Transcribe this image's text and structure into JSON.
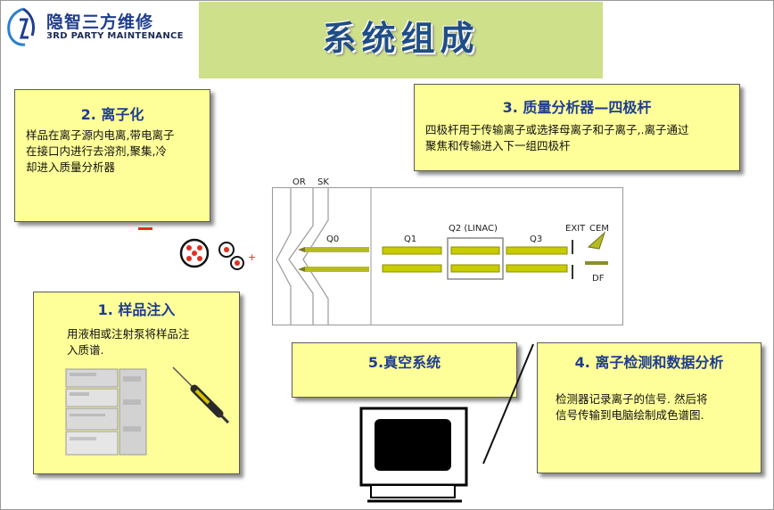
{
  "logo": {
    "name": "隐智三方维修",
    "subtitle": "3RD PARTY MAINTENANCE"
  },
  "title": "系统组成",
  "sections": {
    "ionization": {
      "title": "2. 离子化",
      "text": [
        "样品在离子源内电离,带电离子",
        "在接口内进行去溶剂,聚集,冷",
        "却进入质量分析器"
      ]
    },
    "mass_analyzer": {
      "title": "3. 质量分析器—四极杆",
      "text": [
        "四极杆用于传输离子或选择母离子和子离子,.离子通过",
        "聚焦和传输进入下一组四极杆"
      ]
    },
    "injection": {
      "title": "1.  样品注入",
      "text": [
        "用液相或注射泵将样品注",
        "入质谱."
      ]
    },
    "vacuum": {
      "title": "5.真空系统"
    },
    "detection": {
      "title": "4. 离子检测和数据分析",
      "text": [
        "检测器记录离子的信号. 然后将",
        "信号传输到电脑绘制成色谱图."
      ]
    }
  },
  "diagram_labels": {
    "or": "OR",
    "sk": "SK",
    "q0": "Q0",
    "q1": "Q1",
    "q2": "Q2 (LINAC)",
    "q3": "Q3",
    "exit": "EXIT",
    "cem": "CEM",
    "df": "DF"
  },
  "colors": {
    "title_bg": "#cfe08a",
    "box_bg": "#ffff99",
    "heading": "#1f3d8f",
    "rod": "#c8cc00"
  }
}
